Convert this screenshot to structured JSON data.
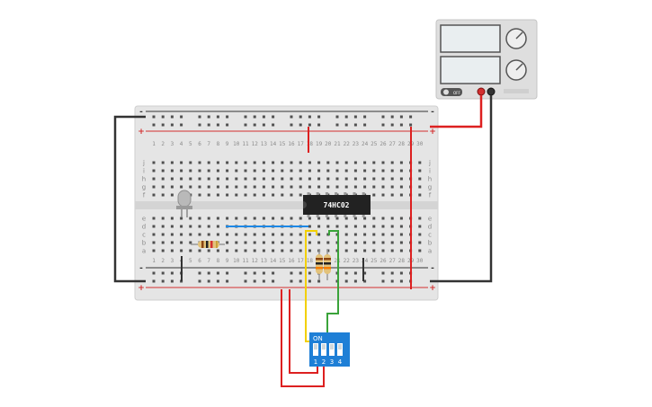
{
  "breadboard": {
    "columns": 30,
    "row_letters_top": [
      "j",
      "i",
      "h",
      "g",
      "f"
    ],
    "row_letters_bottom": [
      "e",
      "d",
      "c",
      "b",
      "a"
    ],
    "rail_plus": "+",
    "rail_minus": "-"
  },
  "chip": {
    "label": "74HC02"
  },
  "dip_switch": {
    "on_label": "ON",
    "numbers": [
      "1",
      "2",
      "3",
      "4"
    ]
  },
  "power_supply": {
    "button_label": "OFF"
  },
  "colors": {
    "breadboard": "#e8e8e8",
    "rail_red": "#d32f2f",
    "wire_black": "#333333",
    "wire_red": "#dd2020",
    "wire_blue": "#1e88e5",
    "wire_yellow": "#f2d000",
    "wire_green": "#3aa33a",
    "chip": "#222222",
    "dip": "#1e7fd6"
  }
}
